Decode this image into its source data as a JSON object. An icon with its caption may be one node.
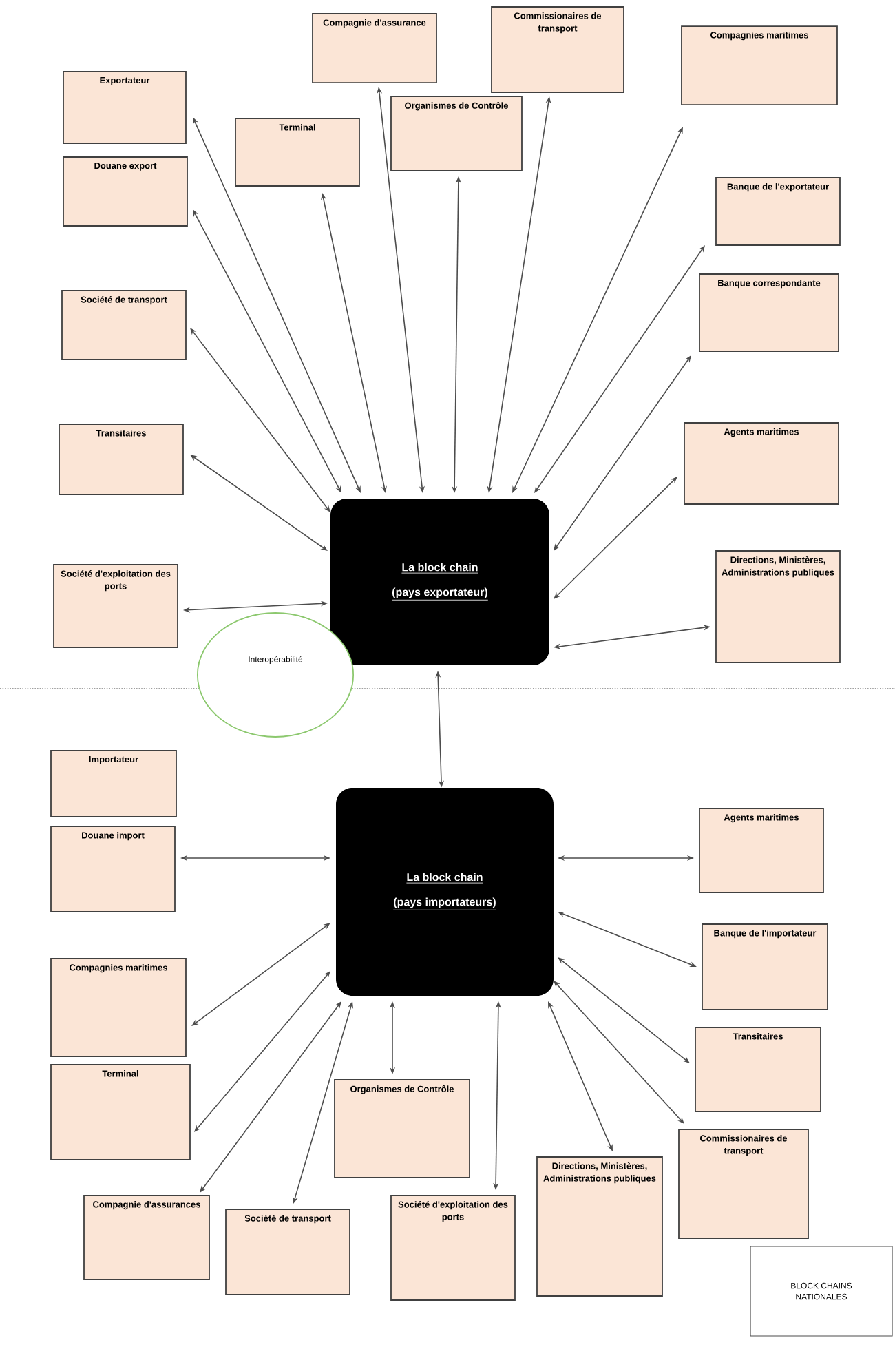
{
  "diagram": {
    "nodes": [
      {
        "text": [
          "Exportateur"
        ]
      },
      {
        "text": [
          "Douane export"
        ]
      },
      {
        "text": [
          "Société de transport"
        ]
      },
      {
        "text": [
          "Transitaires"
        ]
      },
      {
        "text": [
          "Société d'exploitation des ports"
        ]
      },
      {
        "text": [
          "Terminal"
        ]
      },
      {
        "text": [
          "Compagnie d'assurance"
        ]
      },
      {
        "text": [
          "Organismes de Contrôle"
        ]
      },
      {
        "text": [
          "Commissionaires de transport"
        ]
      },
      {
        "text": [
          "Compagnies maritimes"
        ]
      },
      {
        "text": [
          "Banque de l'exportateur"
        ]
      },
      {
        "text": [
          "Banque correspondante"
        ]
      },
      {
        "text": [
          "Agents maritimes"
        ]
      },
      {
        "text": [
          "Directions, Ministères, Administrations publiques"
        ]
      },
      {
        "text": [
          "La block chain",
          "(pays exportateur)"
        ]
      },
      {
        "text": [
          "Interopérabilité"
        ]
      },
      {
        "text": [
          "La block chain",
          "(pays importateurs)"
        ]
      },
      {
        "text": [
          "Importateur"
        ]
      },
      {
        "text": [
          "Douane import"
        ]
      },
      {
        "text": [
          "Compagnies maritimes"
        ]
      },
      {
        "text": [
          "Terminal"
        ]
      },
      {
        "text": [
          "Compagnie d'assurances"
        ]
      },
      {
        "text": [
          "Société de transport"
        ]
      },
      {
        "text": [
          "Organismes de Contrôle"
        ]
      },
      {
        "text": [
          "Société d'exploitation des ports"
        ]
      },
      {
        "text": [
          "Directions, Ministères, Administrations publiques"
        ]
      },
      {
        "text": [
          "Commissionaires de transport"
        ]
      },
      {
        "text": [
          "Transitaires"
        ]
      },
      {
        "text": [
          "Banque de l'importateur"
        ]
      },
      {
        "text": [
          "Agents maritimes"
        ]
      },
      {
        "text": [
          "BLOCK CHAINS NATIONALES"
        ]
      }
    ],
    "edges": [
      {
        "from": 0,
        "to": 14,
        "arrow": "both"
      },
      {
        "from": 1,
        "to": 14,
        "arrow": "both"
      },
      {
        "from": 2,
        "to": 14,
        "arrow": "both"
      },
      {
        "from": 3,
        "to": 14,
        "arrow": "both"
      },
      {
        "from": 4,
        "to": 14,
        "arrow": "both"
      },
      {
        "from": 5,
        "to": 14,
        "arrow": "both"
      },
      {
        "from": 6,
        "to": 14,
        "arrow": "both"
      },
      {
        "from": 7,
        "to": 14,
        "arrow": "both"
      },
      {
        "from": 8,
        "to": 14,
        "arrow": "both"
      },
      {
        "from": 9,
        "to": 14,
        "arrow": "both"
      },
      {
        "from": 10,
        "to": 14,
        "arrow": "both"
      },
      {
        "from": 11,
        "to": 14,
        "arrow": "both"
      },
      {
        "from": 12,
        "to": 14,
        "arrow": "both"
      },
      {
        "from": 13,
        "to": 14,
        "arrow": "both"
      },
      {
        "from": 14,
        "to": 16,
        "arrow": "both"
      },
      {
        "from": 18,
        "to": 16,
        "arrow": "both"
      },
      {
        "from": 19,
        "to": 16,
        "arrow": "both"
      },
      {
        "from": 20,
        "to": 16,
        "arrow": "both"
      },
      {
        "from": 21,
        "to": 16,
        "arrow": "both"
      },
      {
        "from": 22,
        "to": 16,
        "arrow": "both"
      },
      {
        "from": 23,
        "to": 16,
        "arrow": "both"
      },
      {
        "from": 24,
        "to": 16,
        "arrow": "both"
      },
      {
        "from": 25,
        "to": 16,
        "arrow": "both"
      },
      {
        "from": 26,
        "to": 16,
        "arrow": "both"
      },
      {
        "from": 27,
        "to": 16,
        "arrow": "both"
      },
      {
        "from": 28,
        "to": 16,
        "arrow": "both"
      },
      {
        "from": 29,
        "to": 16,
        "arrow": "both"
      }
    ]
  }
}
